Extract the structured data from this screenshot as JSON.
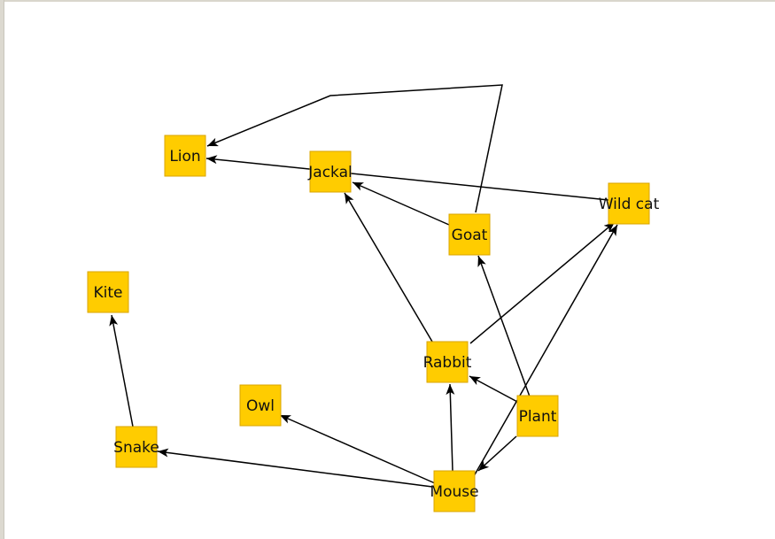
{
  "diagram": {
    "colors": {
      "node_fill": "#ffcc00",
      "node_border": "#d9a400",
      "edge": "#000000",
      "background": "#ffffff"
    },
    "nodes": [
      {
        "id": "lion",
        "label": "Lion"
      },
      {
        "id": "jackal",
        "label": "Jackal"
      },
      {
        "id": "wildcat",
        "label": "Wild cat"
      },
      {
        "id": "goat",
        "label": "Goat"
      },
      {
        "id": "kite",
        "label": "Kite"
      },
      {
        "id": "rabbit",
        "label": "Rabbit"
      },
      {
        "id": "owl",
        "label": "Owl"
      },
      {
        "id": "plant",
        "label": "Plant"
      },
      {
        "id": "snake",
        "label": "Snake"
      },
      {
        "id": "mouse",
        "label": "Mouse"
      }
    ],
    "edges": [
      {
        "from": "goat",
        "to": "lion"
      },
      {
        "from": "wildcat",
        "to": "lion"
      },
      {
        "from": "goat",
        "to": "jackal"
      },
      {
        "from": "rabbit",
        "to": "jackal"
      },
      {
        "from": "rabbit",
        "to": "wildcat"
      },
      {
        "from": "mouse",
        "to": "wildcat"
      },
      {
        "from": "plant",
        "to": "goat"
      },
      {
        "from": "plant",
        "to": "rabbit"
      },
      {
        "from": "plant",
        "to": "mouse"
      },
      {
        "from": "mouse",
        "to": "rabbit"
      },
      {
        "from": "mouse",
        "to": "owl"
      },
      {
        "from": "mouse",
        "to": "snake"
      },
      {
        "from": "snake",
        "to": "kite"
      }
    ]
  }
}
